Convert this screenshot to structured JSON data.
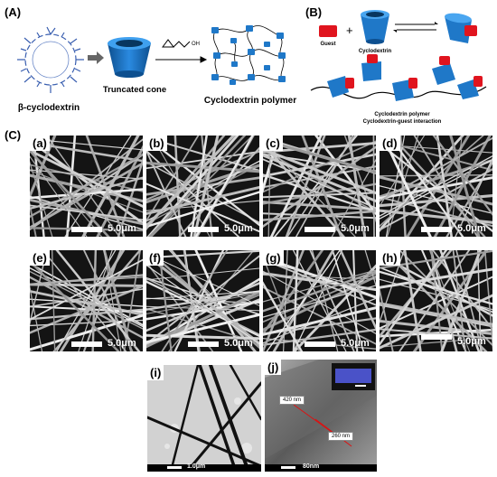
{
  "panelA": {
    "label": "(A)",
    "beta_cd": "β-cyclodextrin",
    "cone": "Truncated cone",
    "polymer": "Cyclodextrin polymer"
  },
  "panelB": {
    "label": "(B)",
    "guest": "Guest",
    "plus": "+",
    "cyclodextrin": "Cyclodextrin",
    "caption_line1": "Cyclodextrin polymer",
    "caption_line2": "Cyclodextrin-guest interaction"
  },
  "panelC": {
    "label": "(C)",
    "sem_tiles": [
      {
        "label": "(a)",
        "scale": "5.0μm"
      },
      {
        "label": "(b)",
        "scale": "5.0μm"
      },
      {
        "label": "(c)",
        "scale": "5.0μm"
      },
      {
        "label": "(d)",
        "scale": "5.0μm"
      },
      {
        "label": "(e)",
        "scale": "5.0μm"
      },
      {
        "label": "(f)",
        "scale": "5.0μm"
      },
      {
        "label": "(g)",
        "scale": "5.0μm"
      },
      {
        "label": "(h)",
        "scale": "5.0μm"
      }
    ],
    "tem_i": {
      "label": "(i)",
      "scale": "1.0μm"
    },
    "tem_j": {
      "label": "(j)",
      "scale": "80nm",
      "measure1": "420 nm",
      "measure2": "260 nm"
    }
  },
  "colors": {
    "cyclodextrin_blue": "#1f78c8",
    "guest_red": "#e0141e",
    "sem_background": "#141414"
  }
}
